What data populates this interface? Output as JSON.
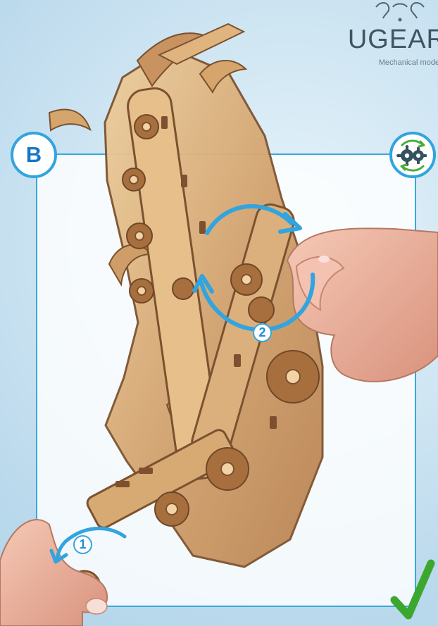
{
  "brand": {
    "name": "UGEAR",
    "tagline": "Mechanical models"
  },
  "step": {
    "label": "B"
  },
  "markers": [
    {
      "label": "1"
    },
    {
      "label": "2"
    }
  ],
  "icons": {
    "gear": "gears-rotate-icon",
    "check": "checkmark-icon"
  },
  "colors": {
    "accent": "#32a4df",
    "badge_text": "#1677c6",
    "checkmark": "#3ba72f",
    "wood": "#d4a673"
  }
}
